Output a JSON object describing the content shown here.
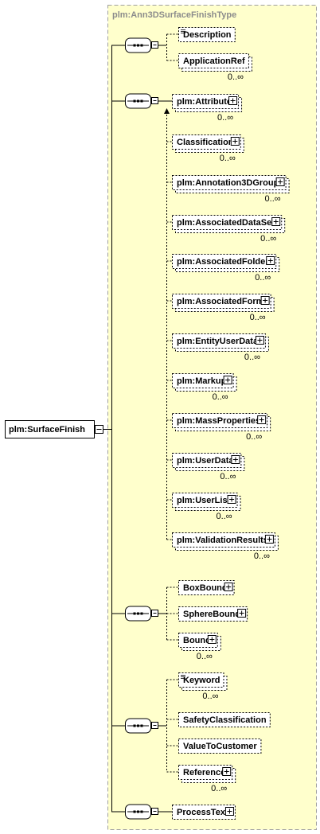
{
  "type_name": "plm:Ann3DSurfaceFinishType",
  "root": {
    "label": "plm:SurfaceFinish",
    "expander": "minus-icon"
  },
  "colors": {
    "panel_bg": "#ffffcc",
    "panel_border": "#a0a0a0",
    "box_bg": "#ffffff",
    "line": "#000000"
  },
  "group1": {
    "items": [
      {
        "label": "Description",
        "occurs": ""
      },
      {
        "label": "ApplicationRef",
        "occurs": "0..∞"
      }
    ]
  },
  "group2": {
    "head": {
      "label": "plm:Attribute",
      "occurs": "0..∞"
    },
    "items": [
      {
        "label": "Classification",
        "occurs": "0..∞"
      },
      {
        "label": "plm:Annotation3DGroup",
        "occurs": "0..∞"
      },
      {
        "label": "plm:AssociatedDataSet",
        "occurs": "0..∞"
      },
      {
        "label": "plm:AssociatedFolder",
        "occurs": "0..∞"
      },
      {
        "label": "plm:AssociatedForm",
        "occurs": "0..∞"
      },
      {
        "label": "plm:EntityUserData",
        "occurs": "0..∞"
      },
      {
        "label": "plm:Markup",
        "occurs": "0..∞"
      },
      {
        "label": "plm:MassProperties",
        "occurs": "0..∞"
      },
      {
        "label": "plm:UserData",
        "occurs": "0..∞"
      },
      {
        "label": "plm:UserList",
        "occurs": "0..∞"
      },
      {
        "label": "plm:ValidationResults",
        "occurs": "0..∞"
      }
    ]
  },
  "group3": {
    "items": [
      {
        "label": "BoxBound",
        "occurs": ""
      },
      {
        "label": "SphereBound",
        "occurs": ""
      },
      {
        "label": "Bound",
        "occurs": "0..∞"
      }
    ]
  },
  "group4": {
    "items": [
      {
        "label": "Keyword",
        "occurs": "0..∞"
      },
      {
        "label": "SafetyClassification",
        "occurs": ""
      },
      {
        "label": "ValueToCustomer",
        "occurs": ""
      },
      {
        "label": "Reference",
        "occurs": "0..∞"
      }
    ]
  },
  "group5": {
    "items": [
      {
        "label": "ProcessText",
        "occurs": ""
      }
    ]
  }
}
